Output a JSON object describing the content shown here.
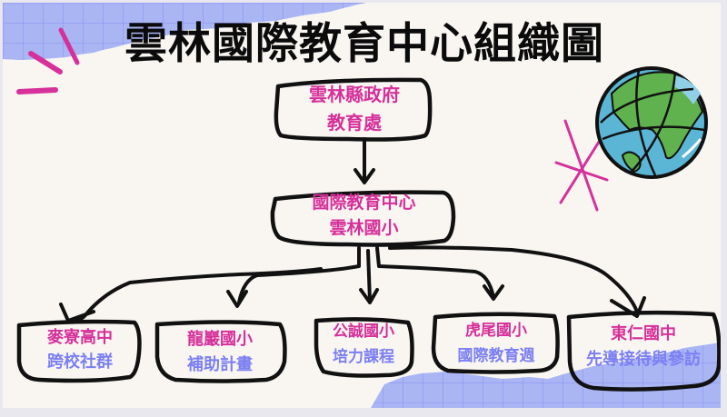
{
  "title": "雲林國際教育中心組織圖",
  "colors": {
    "background": "#f9f6f2",
    "frame": "#e8e8ee",
    "grid_paper": "#a9b6f3",
    "grid_lines": "#8a8cf5",
    "accent_pink": "#d6309a",
    "accent_blue": "#7b7ff3",
    "ink": "#0b0b0b"
  },
  "nodes": {
    "top": {
      "line1": "雲林縣政府",
      "line2": "教育處"
    },
    "center": {
      "line1": "國際教育中心",
      "line2": "雲林國小"
    },
    "children": [
      {
        "school": "麥寮高中",
        "role": "跨校社群"
      },
      {
        "school": "龍巖國小",
        "role": "補助計畫"
      },
      {
        "school": "公誠國小",
        "role": "培力課程"
      },
      {
        "school": "虎尾國小",
        "role": "國際教育週"
      },
      {
        "school": "東仁國中",
        "role": "先導接待與參訪"
      }
    ]
  },
  "decorations": [
    "globe-icon",
    "sparkle-lines",
    "asterisk-star",
    "grid-paper-top-left",
    "grid-paper-bottom-right"
  ]
}
